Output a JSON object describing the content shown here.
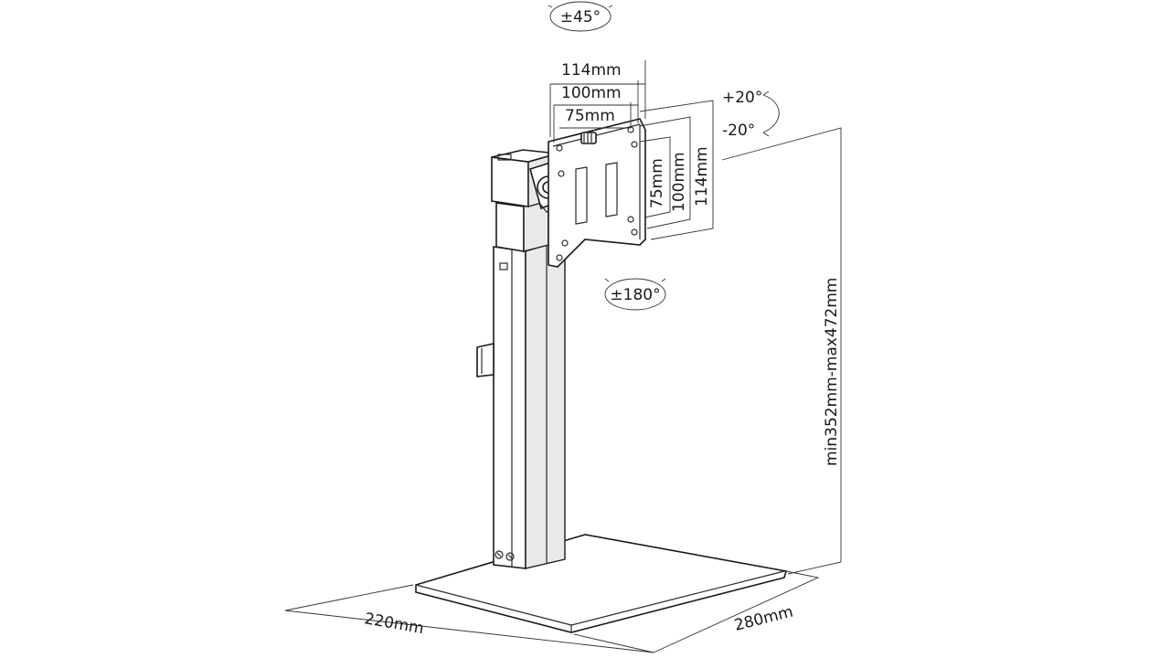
{
  "labels": {
    "swivel": "±45°",
    "width_114": "114mm",
    "width_100": "100mm",
    "width_75": "75mm",
    "tilt_up": "+20°",
    "tilt_down": "-20°",
    "height_75": "75mm",
    "height_100": "100mm",
    "height_114": "114mm",
    "rotation": "±180°",
    "height_range": "min352mm-max472mm",
    "base_depth": "220mm",
    "base_width": "280mm"
  }
}
